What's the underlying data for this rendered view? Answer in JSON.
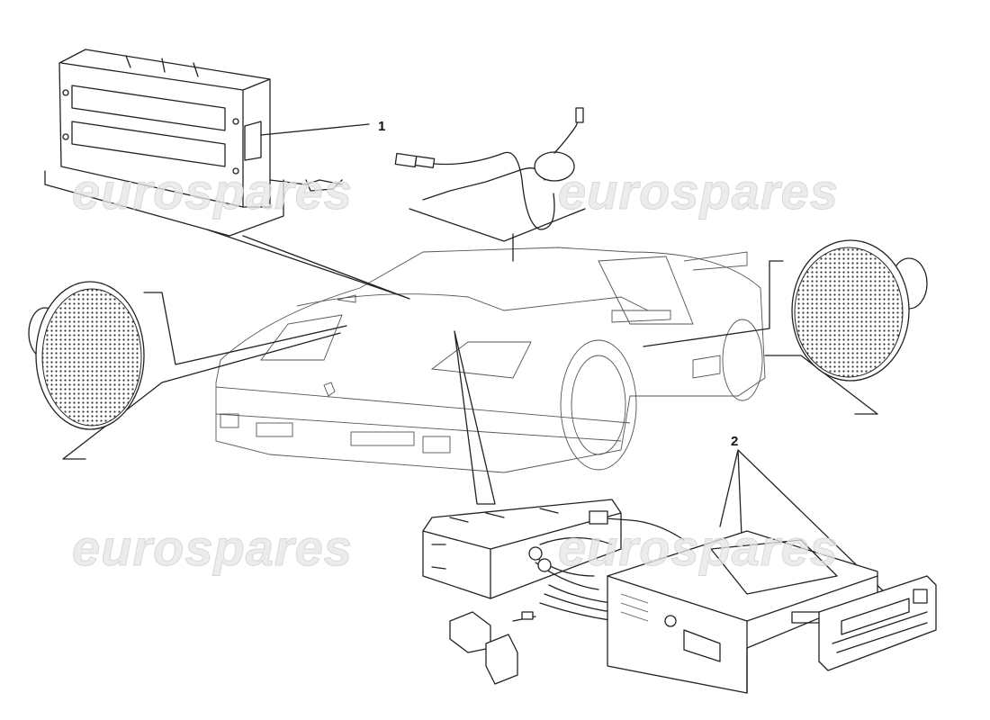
{
  "diagram": {
    "callouts": [
      {
        "label": "1",
        "part": "amplifier"
      },
      {
        "label": "2",
        "part": "radio-cassette"
      }
    ],
    "watermark": "eurospares"
  }
}
